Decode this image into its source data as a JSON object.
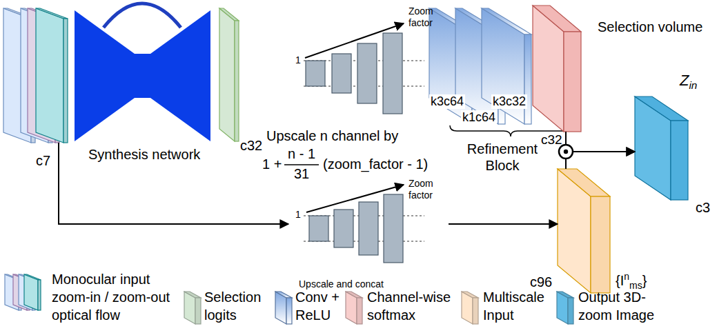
{
  "diagram": {
    "nodes": [
      {
        "text": [
          "c7"
        ]
      },
      {
        "text": [
          "Synthesis network"
        ]
      },
      {
        "text": [
          "c32"
        ]
      },
      {
        "text": [
          "1",
          "Zoom factor",
          "Upscale n channel by",
          "1 +",
          "n - 1",
          "31",
          "(zoom_factor - 1)"
        ]
      },
      {
        "text": [
          "k3c64",
          "k3c32",
          "k1c64",
          "Refinement Block"
        ]
      },
      {
        "text": [
          "Selection volume",
          "c32"
        ]
      },
      {
        "text": [
          "1",
          "Zoom factor",
          "Upscale and concat"
        ]
      },
      {
        "text": [
          "c96",
          "{Inms}"
        ]
      },
      {
        "text": [
          "Zin",
          "c3"
        ]
      }
    ],
    "edges": [
      {
        "from": 0,
        "to": 6,
        "arrow": "to"
      },
      {
        "from": 6,
        "to": 7,
        "arrow": "to"
      },
      {
        "from": 5,
        "to": 8,
        "arrow": "to"
      },
      {
        "from": 7,
        "to": 8,
        "arrow": "to"
      }
    ],
    "legend": [
      {
        "text": "Monocular input zoom-in / zoom-out optical flow"
      },
      {
        "text": "Selection logits",
        "color": "#d5e8d4"
      },
      {
        "text": "Conv + ReLU",
        "color": "#7ea6e0"
      },
      {
        "text": "Channel-wise softmax",
        "color": "#f8cecc"
      },
      {
        "text": "Multiscale Input",
        "color": "#ffe6cc"
      },
      {
        "text": "Output 3D-zoom Image",
        "color": "#64bde6"
      }
    ]
  }
}
